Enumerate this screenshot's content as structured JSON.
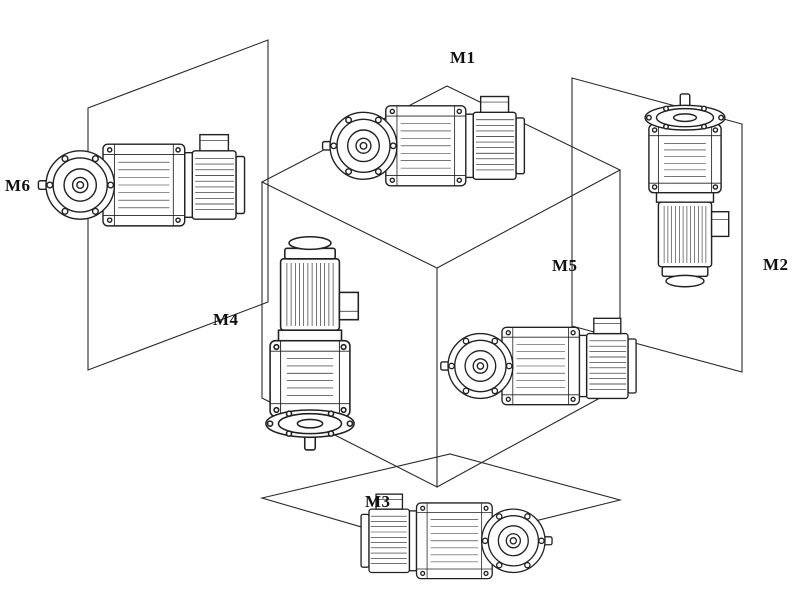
{
  "page": {
    "background_color": "#ffffff",
    "line_color": "#222222"
  },
  "diagram": {
    "labels": [
      {
        "id": "m1",
        "text": "M1"
      },
      {
        "id": "m2",
        "text": "M2"
      },
      {
        "id": "m3",
        "text": "M3"
      },
      {
        "id": "m4",
        "text": "M4"
      },
      {
        "id": "m5",
        "text": "M5"
      },
      {
        "id": "m6",
        "text": "M6"
      }
    ]
  }
}
